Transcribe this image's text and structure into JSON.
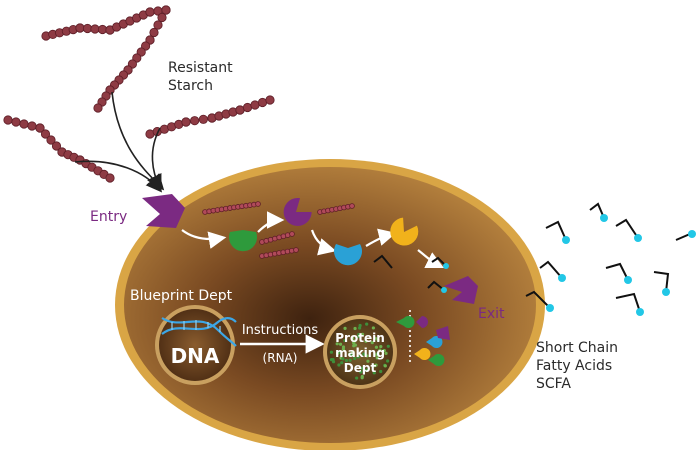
{
  "labels": {
    "resistant_starch": [
      "Resistant",
      "Starch"
    ],
    "entry": "Entry",
    "exit": "Exit",
    "blueprint": "Blueprint Dept",
    "dna": "DNA",
    "instructions": "Instructions",
    "rna": "(RNA)",
    "protein": [
      "Protein",
      "making",
      "Dept"
    ],
    "scfa": [
      "Short Chain",
      "Fatty Acids",
      "SCFA"
    ]
  },
  "colors": {
    "starch": "#8e3b44",
    "purple": "#7b2a82",
    "green": "#2e9a3c",
    "blue": "#2aa1d6",
    "yellow": "#f1b21b",
    "cell_rim": "#c9952f",
    "cell_fill": "#a86a2b",
    "cyan_dot": "#22c7e6"
  },
  "icons": [
    "starch-chain",
    "entry-receptor",
    "exit-receptor",
    "enzyme-pacman",
    "dna-helix",
    "scfa-molecule"
  ]
}
